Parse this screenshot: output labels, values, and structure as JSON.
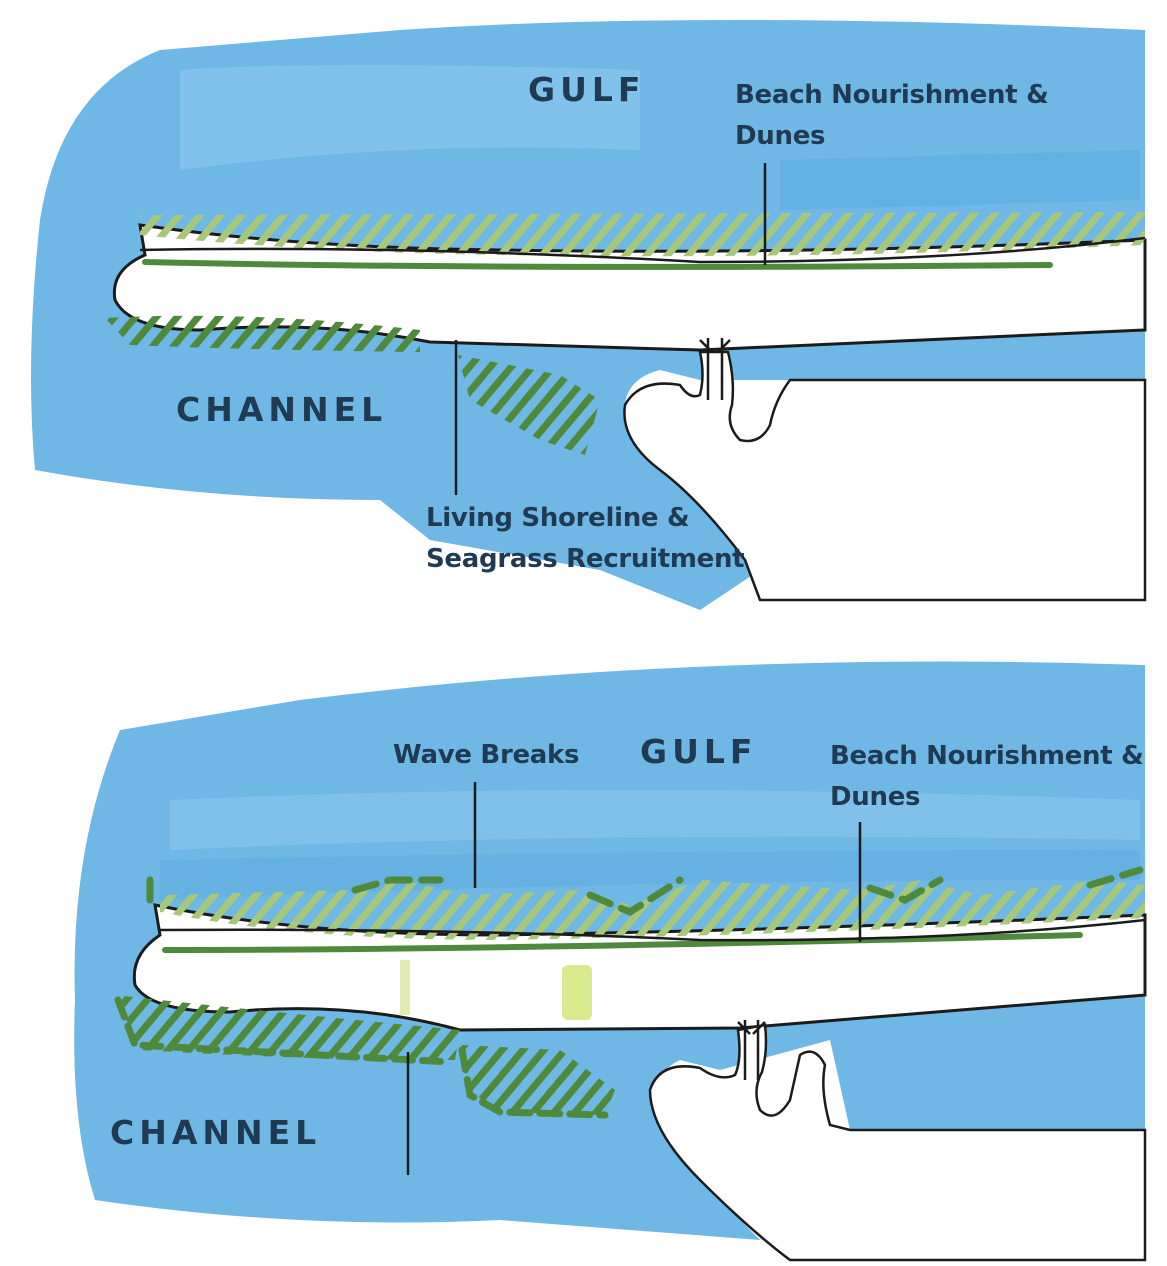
{
  "colors": {
    "water": "#6fb8e6",
    "water_dark": "#4ea4dc",
    "hatch": "#a7c77a",
    "marsh": "#4f8a3c",
    "line": "#1b1b1b",
    "text": "#1f3a52"
  },
  "top_diagram": {
    "gulf_label": "GULF",
    "channel_label": "CHANNEL",
    "beach_label_line1": "Beach Nourishment &",
    "beach_label_line2": "Dunes",
    "living_label_line1": "Living Shoreline &",
    "living_label_line2": "Seagrass  Recruitment"
  },
  "bottom_diagram": {
    "gulf_label": "GULF",
    "channel_label": "CHANNEL",
    "wave_label": "Wave Breaks",
    "beach_label_line1": "Beach Nourishment &",
    "beach_label_line2": "Dunes"
  }
}
